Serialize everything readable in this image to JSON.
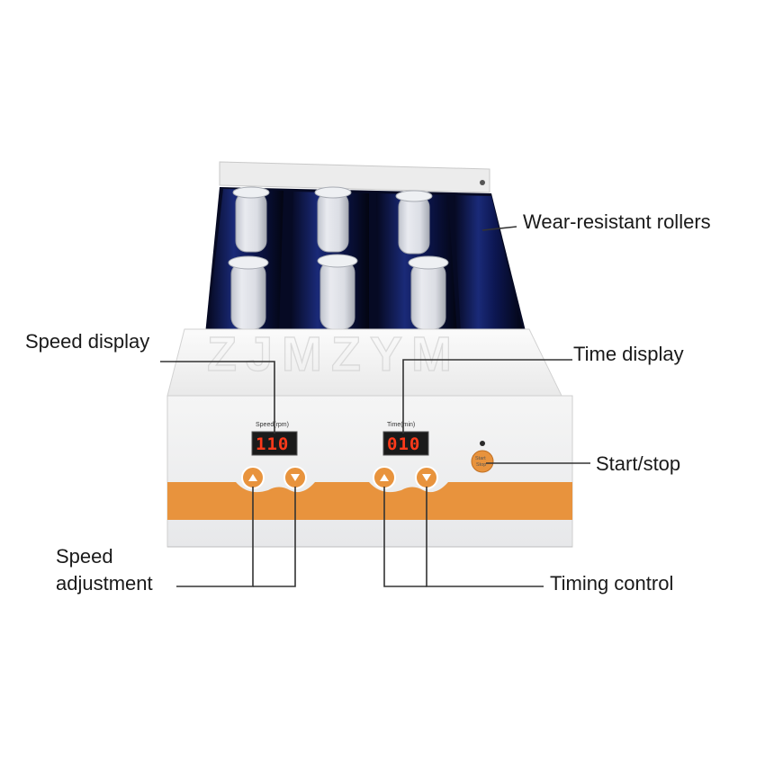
{
  "labels": {
    "rollers": "Wear-resistant rollers",
    "speed_display": "Speed display",
    "time_display": "Time display",
    "start_stop": "Start/stop",
    "speed_adjustment": [
      "Speed",
      "adjustment"
    ],
    "timing_control": "Timing control"
  },
  "panel": {
    "speed_label": "Speed(rpm)",
    "speed_value": "110",
    "time_label": "Time(min)",
    "time_value": "010",
    "start_button_line1": "Start",
    "start_button_line2": "Stop"
  },
  "watermark": "ZJMZYM",
  "colors": {
    "roller": "#0b1540",
    "accent_orange": "#e8933d",
    "led_red": "#ff3a1a",
    "body_white": "#f2f2f2"
  }
}
